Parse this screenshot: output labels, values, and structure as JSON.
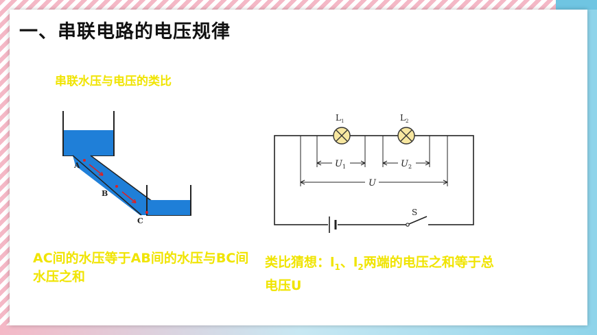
{
  "slide": {
    "title": "一、串联电路的电压规律",
    "analogy_heading": "串联水压与电压的类比",
    "water_caption": "AC间的水压等于AB间的水压与BC间水压之和",
    "circuit_caption_prefix": "类比猜想：l",
    "circuit_caption_sub1": "1",
    "circuit_caption_mid": "、l",
    "circuit_caption_sub2": "2",
    "circuit_caption_suffix": "两端的电压之和等于总电压U"
  },
  "water_diagram": {
    "label_a": "A",
    "label_b": "B",
    "label_c": "C"
  },
  "circuit_diagram": {
    "lamp1_label": "L",
    "lamp1_sub": "1",
    "lamp2_label": "L",
    "lamp2_sub": "2",
    "u1_label": "U",
    "u1_sub": "1",
    "u2_label": "U",
    "u2_sub": "2",
    "u_label": "U",
    "switch_label": "S"
  },
  "colors": {
    "caption_yellow": "#f0e400",
    "water_blue": "#1f7fd8",
    "arrow_red": "#e02020",
    "lamp_fill": "#f7e7a0"
  }
}
